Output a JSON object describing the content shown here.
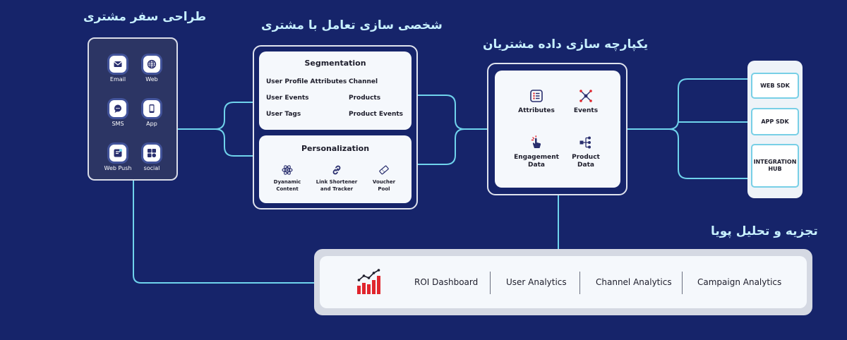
{
  "titles": {
    "journey": "طراحی سفر مشتری",
    "engagement": "شخصی سازی تعامل با مشتری",
    "unification": "یکپارچه سازی داده مشتریان",
    "analytics": "تجزیه و تحلیل پویا"
  },
  "channels": [
    {
      "label": "Email",
      "icon": "email-icon"
    },
    {
      "label": "Web",
      "icon": "globe-icon"
    },
    {
      "label": "SMS",
      "icon": "chat-icon"
    },
    {
      "label": "App",
      "icon": "phone-icon"
    },
    {
      "label": "Web Push",
      "icon": "push-icon"
    },
    {
      "label": "social",
      "icon": "social-icon"
    }
  ],
  "segmentation": {
    "title": "Segmentation",
    "items": [
      "User Profile Attributes",
      "Channel",
      "User Events",
      "Products",
      "User Tags",
      "Product Events"
    ]
  },
  "personalization": {
    "title": "Personalization",
    "items": [
      {
        "label": "Dyanamic\nContent",
        "icon": "atom-icon"
      },
      {
        "label": "Link Shortener\nand Tracker",
        "icon": "link-icon"
      },
      {
        "label": "Voucher\nPool",
        "icon": "ticket-icon"
      }
    ]
  },
  "data_types": [
    {
      "label": "Attributes",
      "icon": "list-icon"
    },
    {
      "label": "Events",
      "icon": "network-icon"
    },
    {
      "label": "Engagement\nData",
      "icon": "tap-icon"
    },
    {
      "label": "Product\nData",
      "icon": "hierarchy-icon"
    }
  ],
  "sdks": [
    "WEB SDK",
    "APP SDK",
    "INTEGRATION\nHUB"
  ],
  "analytics": [
    "ROI Dashboard",
    "User Analytics",
    "Channel Analytics",
    "Campaign Analytics"
  ],
  "colors": {
    "background": "#16246a",
    "wire": "#6fd3ec",
    "accent": "#e0262e",
    "title": "#c7f0ff"
  }
}
